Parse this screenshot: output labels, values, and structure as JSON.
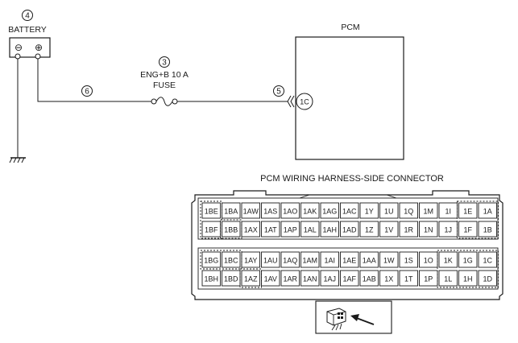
{
  "battery": {
    "number": "4",
    "label": "BATTERY",
    "neg": "⊖",
    "pos": "⊕"
  },
  "fuse": {
    "number": "3",
    "line1": "ENG+B 10 A",
    "line2": "FUSE"
  },
  "wire_number": "6",
  "pcm": {
    "label": "PCM",
    "terminal": "1C",
    "terminal_number": "5"
  },
  "connector": {
    "title": "PCM WIRING HARNESS-SIDE CONNECTOR",
    "top_rows": [
      [
        "1BE",
        "1BA",
        "1AW",
        "1AS",
        "1AO",
        "1AK",
        "1AG",
        "1AC",
        "1Y",
        "1U",
        "1Q",
        "1M",
        "1I",
        "1E",
        "1A"
      ],
      [
        "1BF",
        "1BB",
        "1AX",
        "1AT",
        "1AP",
        "1AL",
        "1AH",
        "1AD",
        "1Z",
        "1V",
        "1R",
        "1N",
        "1J",
        "1F",
        "1B"
      ]
    ],
    "bottom_rows": [
      [
        "1BG",
        "1BC",
        "1AY",
        "1AU",
        "1AQ",
        "1AM",
        "1AI",
        "1AE",
        "1AA",
        "1W",
        "1S",
        "1O",
        "1K",
        "1G",
        "1C"
      ],
      [
        "1BH",
        "1BD",
        "1AZ",
        "1AV",
        "1AR",
        "1AN",
        "1AJ",
        "1AF",
        "1AB",
        "1X",
        "1T",
        "1P",
        "1L",
        "1H",
        "1D"
      ]
    ]
  }
}
